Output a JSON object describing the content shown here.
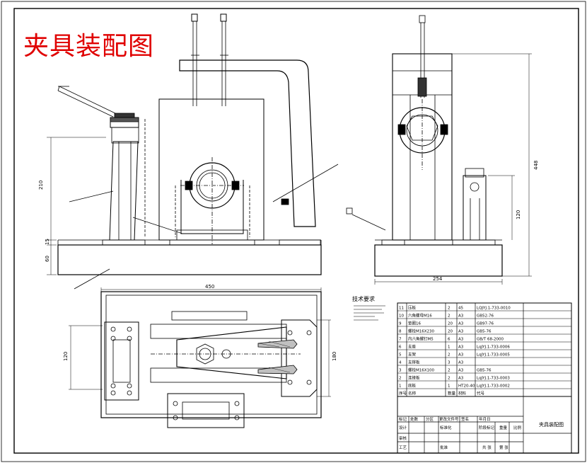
{
  "title": "夹具装配图",
  "dimensions": {
    "d210": "210",
    "d15": "15",
    "d60": "60",
    "d450": "450",
    "d254": "254",
    "d448": "448",
    "d120v": "120",
    "d120h": "120",
    "d180": "180"
  },
  "notes": {
    "heading": "技术要求"
  },
  "bom": {
    "rows": [
      {
        "no": "11",
        "name": "压板",
        "qty": "2",
        "mat": "45",
        "code": "LQJYJ.1-733-0010"
      },
      {
        "no": "10",
        "name": "六角螺母M16",
        "qty": "2",
        "mat": "A3",
        "code": "GB52-76"
      },
      {
        "no": "9",
        "name": "垫圈16",
        "qty": "20",
        "mat": "A3",
        "code": "GB97-76"
      },
      {
        "no": "8",
        "name": "螺栓M16X230",
        "qty": "20",
        "mat": "A3",
        "code": "GB5-76"
      },
      {
        "no": "7",
        "name": "内六角螺钉M5",
        "qty": "6",
        "mat": "A3",
        "code": "GB/T 68-2000"
      },
      {
        "no": "6",
        "name": "支座",
        "qty": "1",
        "mat": "A3",
        "code": "LqJYJ.1-733-0006"
      },
      {
        "no": "5",
        "name": "支架",
        "qty": "2",
        "mat": "A3",
        "code": "LqJYJ.1-733-0005"
      },
      {
        "no": "4",
        "name": "支撑板",
        "qty": "3",
        "mat": "A3",
        "code": ""
      },
      {
        "no": "3",
        "name": "螺栓M16X100",
        "qty": "2",
        "mat": "A3",
        "code": "GB5-76"
      },
      {
        "no": "2",
        "name": "连接板",
        "qty": "2",
        "mat": "A3",
        "code": "LqJYJ.1-733-0003"
      },
      {
        "no": "1",
        "name": "底板",
        "qty": "1",
        "mat": "HT20-40",
        "code": "LqJYJ.1-733-0002"
      }
    ],
    "header": {
      "no": "序号",
      "name": "名称",
      "qty": "数量",
      "mat": "材料",
      "code": "代号"
    }
  },
  "titleblock": {
    "drawing_name": "夹具装配图",
    "r1": [
      "标记",
      "处数",
      "分区",
      "更改文件号",
      "签名",
      "年月日"
    ],
    "r2": [
      "设计",
      "标准化",
      "阶段标记",
      "重量",
      "比例"
    ],
    "r3": [
      "审核"
    ],
    "r4": [
      "工艺",
      "批准",
      "共 张",
      "第 张"
    ]
  },
  "colors": {
    "line": "#000000",
    "title": "#e00000",
    "hatch": "#000000"
  }
}
